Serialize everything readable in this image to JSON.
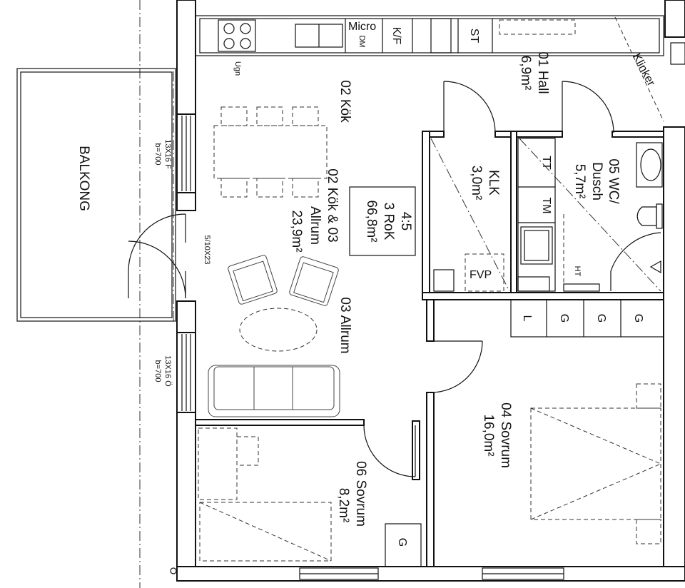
{
  "plan": {
    "apartment": {
      "type": "4:5",
      "rooms": "3 RoK",
      "area": "66,8m²"
    },
    "rooms": {
      "hall": {
        "name": "01 Hall",
        "area": "6,9m²"
      },
      "kok": {
        "name": "02 Kök"
      },
      "kok_allrum": {
        "line1": "02 Kök & 03",
        "line2": "Allrum",
        "area": "23,9m²"
      },
      "allrum": {
        "name": "03 Allrum"
      },
      "sovrum4": {
        "name": "04 Sovrum",
        "area": "16,0m²"
      },
      "wc": {
        "line1": "05 WC/",
        "line2": "Dusch",
        "area": "5,7m²"
      },
      "sovrum6": {
        "name": "06 Sovrum",
        "area": "8,2m²"
      },
      "klk": {
        "name": "KLK",
        "area": "3,0m²"
      }
    },
    "balcony": "BALKONG",
    "windows": {
      "w1": {
        "size": "13X16 F",
        "width": "b=700"
      },
      "w2": {
        "size": "13X16 Ö",
        "width": "b=700"
      },
      "door": "5/10X23"
    },
    "fixtures": {
      "micro": "Micro",
      "dm": "DM",
      "kf": "K/F",
      "st": "ST",
      "ugn": "Ugn",
      "klinker": "Klinker",
      "tt": "TT",
      "tm": "TM",
      "ht": "HT",
      "fvp": "FVP",
      "l": "L",
      "g": "G"
    }
  }
}
